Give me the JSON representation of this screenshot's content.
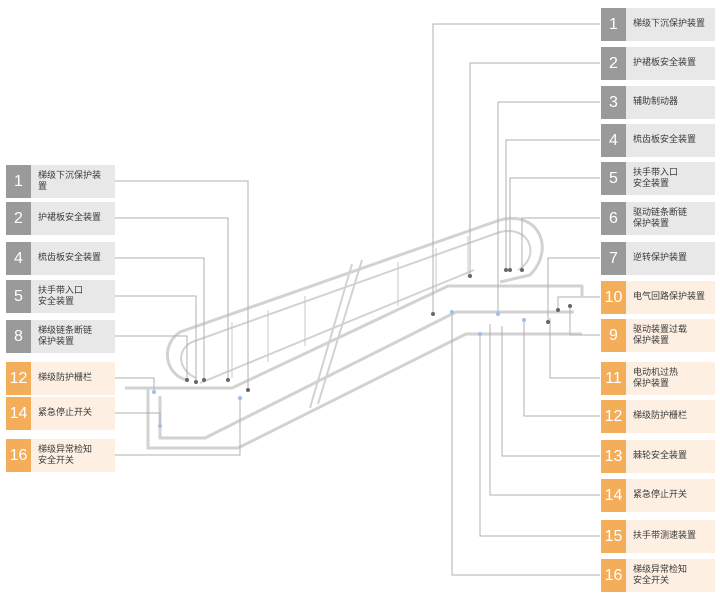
{
  "colors": {
    "gray_box": "#9a9a9a",
    "orange_box": "#f4ad58",
    "label_bg": "#e8e8e8",
    "label_bg_orange": "#fdf0e2",
    "leader_line": "#b0b0b0",
    "escalator_line": "#d2d2d2"
  },
  "left_labels": [
    {
      "num": "1",
      "text": "梯级下沉保护装置",
      "tone": "gray"
    },
    {
      "num": "2",
      "text": "护裙板安全装置",
      "tone": "gray"
    },
    {
      "num": "4",
      "text": "梳齿板安全装置",
      "tone": "gray"
    },
    {
      "num": "5",
      "text": "扶手带入口\n安全装置",
      "tone": "gray"
    },
    {
      "num": "8",
      "text": "梯级链条断链\n保护装置",
      "tone": "gray"
    },
    {
      "num": "12",
      "text": "梯级防护栅栏",
      "tone": "orange"
    },
    {
      "num": "14",
      "text": "紧急停止开关",
      "tone": "orange"
    },
    {
      "num": "16",
      "text": "梯级异常检知\n安全开关",
      "tone": "orange"
    }
  ],
  "right_labels": [
    {
      "num": "1",
      "text": "梯级下沉保护装置",
      "tone": "gray"
    },
    {
      "num": "2",
      "text": "护裙板安全装置",
      "tone": "gray"
    },
    {
      "num": "3",
      "text": "辅助制动器",
      "tone": "gray"
    },
    {
      "num": "4",
      "text": "梳齿板安全装置",
      "tone": "gray"
    },
    {
      "num": "5",
      "text": "扶手带入口\n安全装置",
      "tone": "gray"
    },
    {
      "num": "6",
      "text": "驱动链条断链\n保护装置",
      "tone": "gray"
    },
    {
      "num": "7",
      "text": "逆转保护装置",
      "tone": "gray"
    },
    {
      "num": "10",
      "text": "电气回路保护装置",
      "tone": "orange"
    },
    {
      "num": "9",
      "text": "驱动装置过载\n保护装置",
      "tone": "orange"
    },
    {
      "num": "11",
      "text": "电动机过热\n保护装置",
      "tone": "orange"
    },
    {
      "num": "12",
      "text": "梯级防护栅栏",
      "tone": "orange"
    },
    {
      "num": "13",
      "text": "棘轮安全装置",
      "tone": "orange"
    },
    {
      "num": "14",
      "text": "紧急停止开关",
      "tone": "orange"
    },
    {
      "num": "15",
      "text": "扶手带测速装置",
      "tone": "orange"
    },
    {
      "num": "16",
      "text": "梯级异常检知\n安全开关",
      "tone": "orange"
    }
  ]
}
